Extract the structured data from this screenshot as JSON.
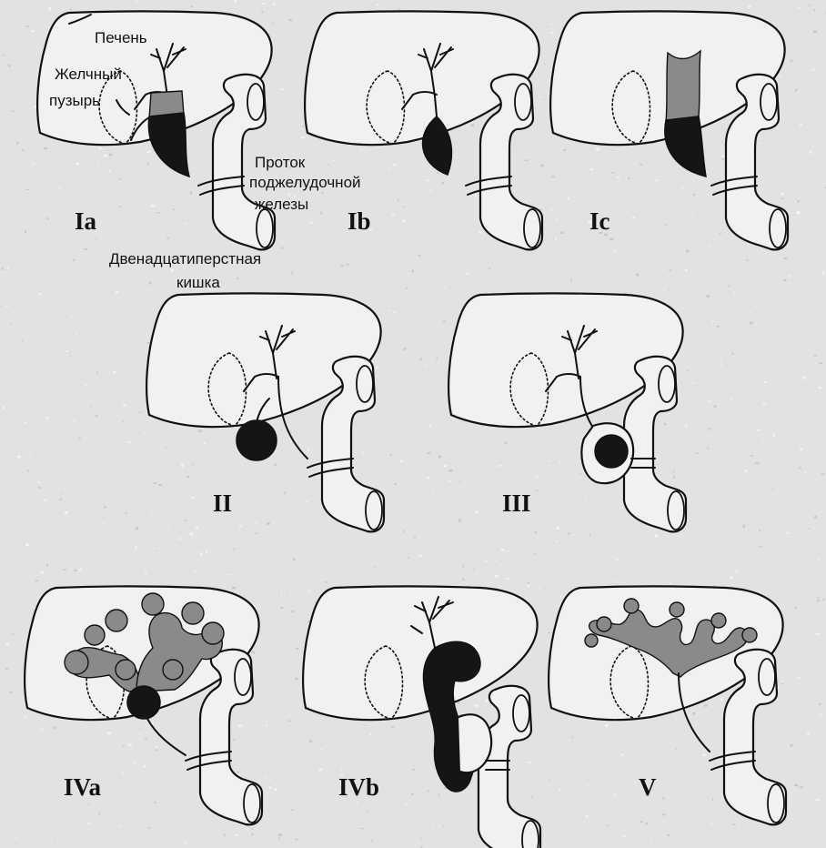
{
  "labels": {
    "liver": "Печень",
    "gallbladder_line1": "Желчный",
    "gallbladder_line2": "пузырь",
    "pancreatic_duct_line1": "Проток",
    "pancreatic_duct_line2": "поджелудочной",
    "pancreatic_duct_line3": "железы",
    "duodenum_line1": "Двенадцатиперстная",
    "duodenum_line2": "кишка"
  },
  "panels": [
    {
      "id": "Ia",
      "label": "Ia"
    },
    {
      "id": "Ib",
      "label": "Ib"
    },
    {
      "id": "Ic",
      "label": "Ic"
    },
    {
      "id": "II",
      "label": "II"
    },
    {
      "id": "III",
      "label": "III"
    },
    {
      "id": "IVa",
      "label": "IVa"
    },
    {
      "id": "IVb",
      "label": "IVb"
    },
    {
      "id": "V",
      "label": "V"
    }
  ],
  "colors": {
    "background": "#e2e2e2",
    "outline": "#111111",
    "cyst_black": "#151515",
    "dilation_gray": "#8a8a8a"
  }
}
